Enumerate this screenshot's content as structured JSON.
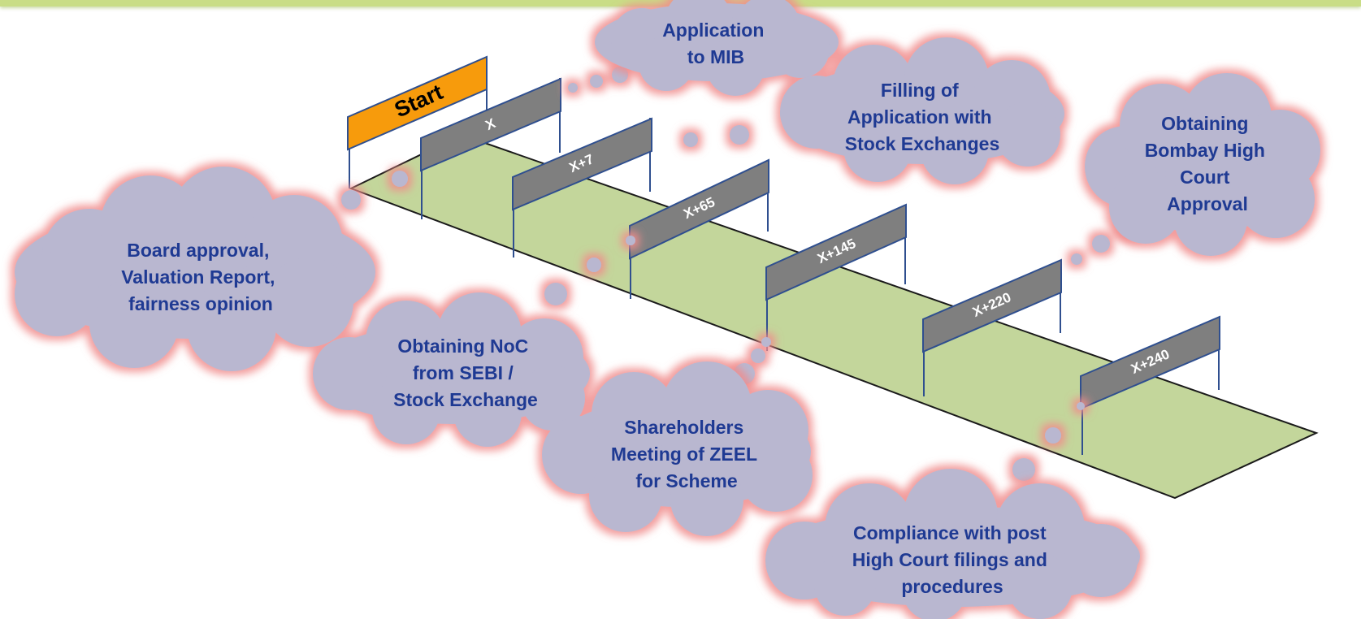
{
  "start_label": "Start",
  "milestones": [
    {
      "label": "X"
    },
    {
      "label": "X+7"
    },
    {
      "label": "X+65"
    },
    {
      "label": "X+145"
    },
    {
      "label": "X+220"
    },
    {
      "label": "X+240"
    }
  ],
  "clouds": {
    "board": [
      "Board approval,",
      "Valuation Report,",
      "fairness opinion"
    ],
    "mib": [
      "Application",
      "to MIB"
    ],
    "filing": [
      "Filling of",
      "Application  with",
      "Stock Exchanges"
    ],
    "noc": [
      "Obtaining NoC",
      "from SEBI /",
      "Stock Exchange"
    ],
    "shareholders": [
      "Shareholders",
      "Meeting of ZEEL",
      "for Scheme"
    ],
    "highcourt": [
      "Obtaining",
      "Bombay High",
      "Court",
      "Approval"
    ],
    "compliance": [
      "Compliance with post",
      "High Court filings and",
      "procedures"
    ]
  },
  "colors": {
    "track": "#c3d69b",
    "flag": "#7f7f7f",
    "start_flag": "#f79b0c",
    "cloud": "#b9b7d0",
    "cloud_glow": "#f29c9c",
    "text": "#1f3a93"
  }
}
